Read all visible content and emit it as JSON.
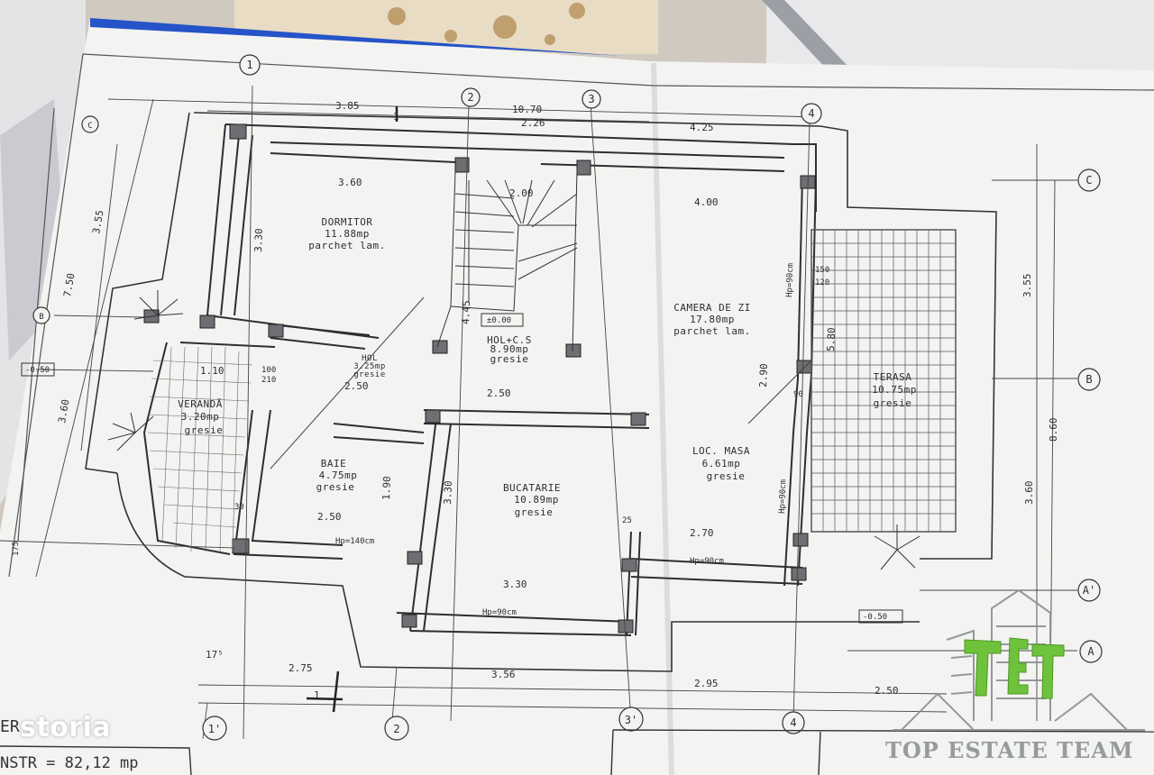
{
  "rooms": {
    "dormitor": {
      "name": "DORMITOR",
      "area": "11.88mp",
      "floor": "parchet lam."
    },
    "camera": {
      "name": "CAMERA DE ZI",
      "area": "17.80mp",
      "floor": "parchet lam."
    },
    "hol_cs": {
      "name": "HOL+C.S",
      "area": "8.90mp",
      "floor": "gresie"
    },
    "hol": {
      "name": "HOL",
      "area": "3.25mp",
      "floor": "gresie"
    },
    "veranda": {
      "name": "VERANDĂ",
      "area": "3.20mp",
      "floor": "gresie"
    },
    "baie": {
      "name": "BAIE",
      "area": "4.75mp",
      "floor": "gresie"
    },
    "bucatarie": {
      "name": "BUCATARIE",
      "area": "10.89mp",
      "floor": "gresie"
    },
    "loc_masa": {
      "name": "LOC. MASA",
      "area": "6.61mp",
      "floor": "gresie"
    },
    "terasa": {
      "name": "TERASA",
      "area": "10.75mp",
      "floor": "gresie"
    }
  },
  "dimensions": {
    "d_385": "3.85",
    "d_1070": "10.70",
    "d_226": "2.26",
    "d_425": "4.25",
    "d_360_top": "3.60",
    "d_200": "2.00",
    "d_400": "4.00",
    "d_355_left": "3.55",
    "d_750": "7.50",
    "d_360_left": "3.60",
    "d_330": "3.30",
    "d_445": "4.45",
    "d_355_right": "3.55",
    "d_860": "8.60",
    "d_360_right": "3.60",
    "d_250_hol": "2.50",
    "d_250_mid": "2.50",
    "d_250_baie": "2.50",
    "d_110": "1.10",
    "d_100": "100",
    "d_210": "210",
    "d_190": "1.90",
    "d_330_buc": "3.30",
    "d_270": "2.70",
    "d_330_bottom": "3.30",
    "d_275": "2.75",
    "d_356": "3.56",
    "d_295": "2.95",
    "d_250_bottom": "2.50",
    "d_580": "5.80",
    "d_290": "2.90",
    "d_25": "25",
    "d_30": "30",
    "d_150": "150",
    "d_120": "120",
    "d_90": "90",
    "d_175": "175",
    "d_17_5": "17⁵",
    "d_level_left": "-0.50",
    "d_level_right": "-0.50",
    "d_level_stair": "±0.00",
    "hp_1": "Hp=90cm",
    "hp_2": "Hp=90cm",
    "hp_3": "Hp=90cm",
    "hp_4": "Hp=140cm",
    "hp_5": "Hp=90cm"
  },
  "axes": {
    "a1": "1",
    "a2": "2",
    "a3": "3",
    "a4": "4",
    "aC": "C",
    "aB": "B",
    "aA1": "A'",
    "aA": "A",
    "a1p": "1'",
    "a2b": "2",
    "a3p": "3'",
    "a4b": "4",
    "left_c": "C",
    "left_b": "B"
  },
  "section": {
    "label": "1"
  },
  "footer": {
    "left_top": "ER",
    "left_bottom": "NSTR = 82,12 mp"
  },
  "watermark": {
    "text": "storia"
  },
  "brand": {
    "name": "TOP ESTATE TEAM",
    "logo_text": "TET"
  },
  "colors": {
    "paper": "#f3f3f1",
    "ink": "#2e2e33",
    "brand_green": "#6fc23b",
    "blue_binding": "#2553c8"
  }
}
